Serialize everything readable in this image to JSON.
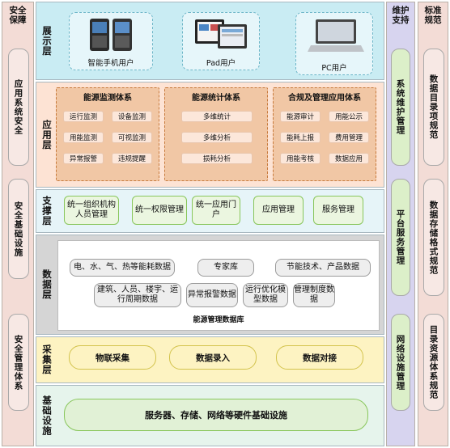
{
  "left_column": {
    "title": "安全\n保障",
    "items": [
      "应用系统安全",
      "安全基础设施",
      "安全管理体系"
    ]
  },
  "mid_right_column": {
    "title": "维护\n支持",
    "items": [
      "系统维护管理",
      "平台服务管理",
      "网络设施管理"
    ]
  },
  "right_column": {
    "title": "标准\n规范",
    "items": [
      "数据目录项规范",
      "数据存储格式规范",
      "目录资源体系规范"
    ]
  },
  "display_layer": {
    "label": "展示层",
    "devices": [
      {
        "label": "智能手机用户",
        "icon": "smartphone-icon"
      },
      {
        "label": "Pad用户",
        "icon": "tablet-icon"
      },
      {
        "label": "PC用户",
        "icon": "laptop-icon"
      }
    ]
  },
  "application_layer": {
    "label": "应用层",
    "groups": [
      {
        "title": "能源监测体系",
        "items": [
          "运行监测",
          "设备监测",
          "用能监测",
          "可视监测",
          "异常报警",
          "违规提醒"
        ]
      },
      {
        "title": "能源统计体系",
        "items": [
          "多维统计",
          "多维分析",
          "损耗分析"
        ]
      },
      {
        "title": "合规及管理应用体系",
        "items": [
          "能源审计",
          "用能公示",
          "能耗上报",
          "费用管理",
          "用能考核",
          "数据应用"
        ]
      }
    ]
  },
  "support_layer": {
    "label": "支撑层",
    "items": [
      "统一组织机构人员管理",
      "统一权限管理",
      "统一应用门户",
      "应用管理",
      "服务管理"
    ]
  },
  "data_layer": {
    "label": "数据层",
    "items": [
      "电、水、气、热等能耗数据",
      "专家库",
      "节能技术、产品数据",
      "建筑、人员、楼宇、运行周期数据",
      "异常报警数据",
      "运行优化模型数据",
      "管理制度数据"
    ],
    "db_caption": "能源管理数据库"
  },
  "collection_layer": {
    "label": "采集层",
    "items": [
      "物联采集",
      "数据录入",
      "数据对接"
    ]
  },
  "infra_layer": {
    "label": "基础设施",
    "content": "服务器、存储、网络等硬件基础设施"
  },
  "colors": {
    "pink_column": "#f3dcd6",
    "purple_column": "#d7d4ef",
    "display_bg": "#c9ecf3",
    "app_bg": "#fde3d4",
    "support_bg": "#e6f4f8",
    "data_bg": "#d5d5d5",
    "collect_bg": "#fdf3c2",
    "infra_bg": "#e6f4ec"
  }
}
